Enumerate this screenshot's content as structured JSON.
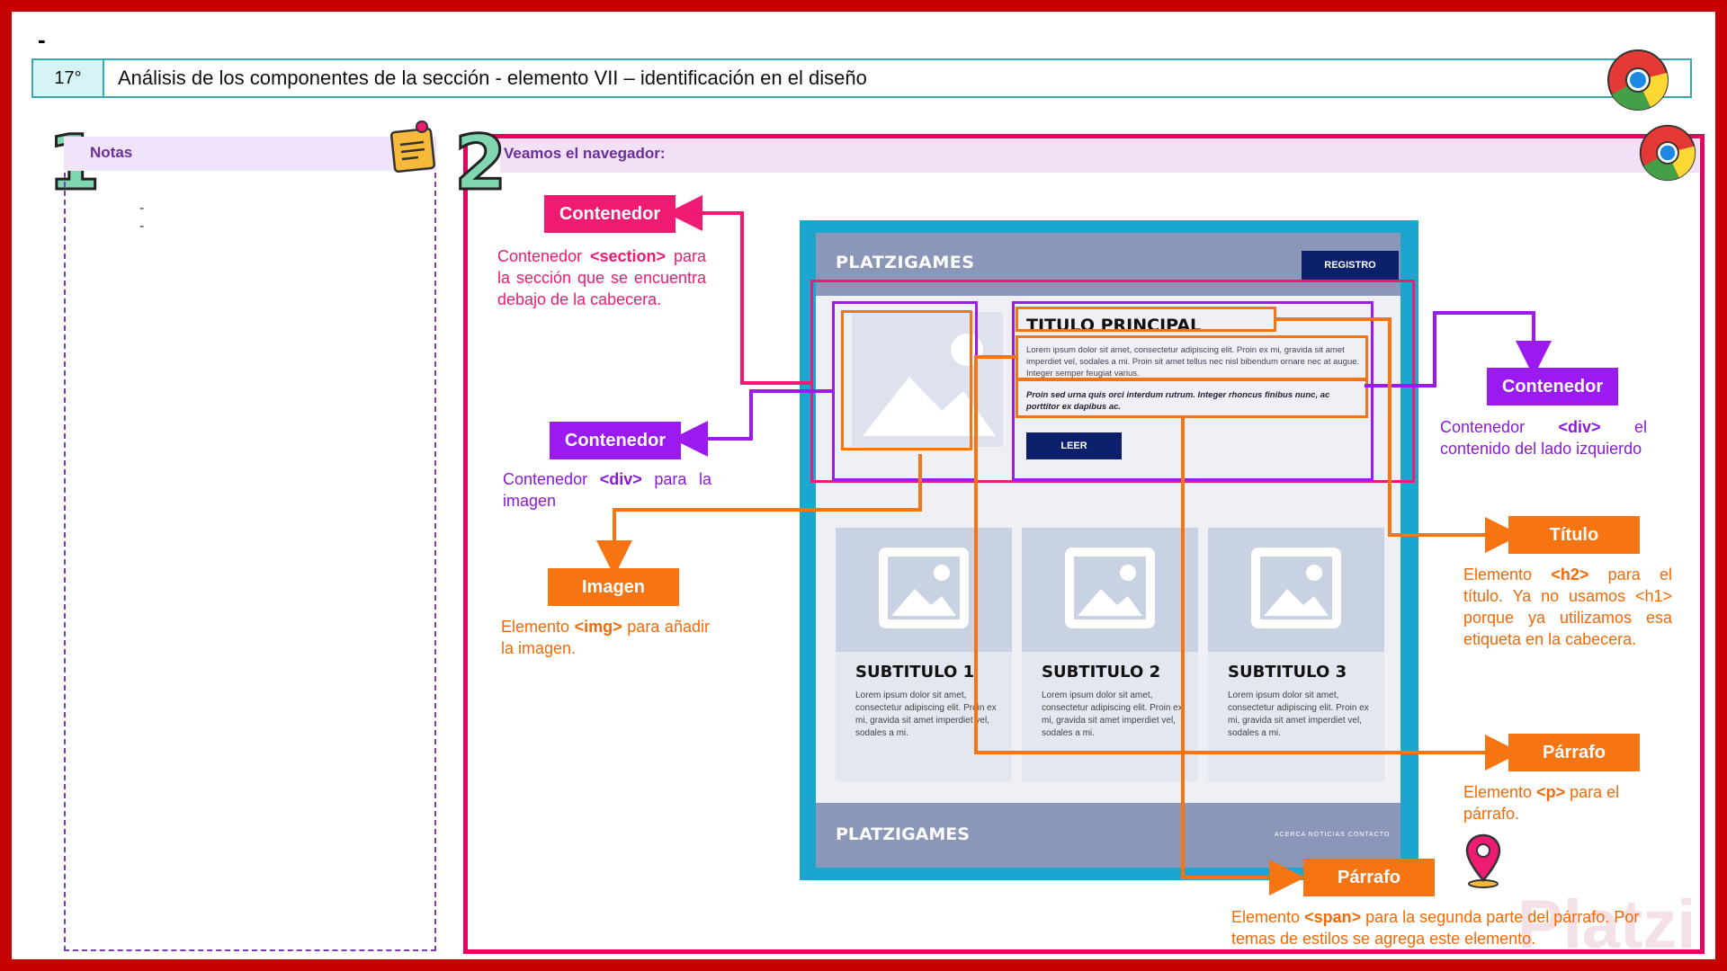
{
  "slide": {
    "top_dash": "-",
    "number": "17°",
    "title": "Análisis de los componentes de la sección   - elemento VII – identificación en el diseño"
  },
  "notes": {
    "step": "1",
    "label": "Notas",
    "items": [
      "-",
      "-"
    ]
  },
  "main": {
    "step": "2",
    "label": "Veamos el navegador:"
  },
  "annotations": {
    "section": {
      "tag": "Contenedor",
      "desc_a": "Contenedor",
      "desc_code": "<section>",
      "desc_b": "para la sección que se encuentra debajo de la cabecera."
    },
    "div_image": {
      "tag": "Contenedor",
      "desc_a": "Contenedor",
      "desc_code": "<div>",
      "desc_b": "para la imagen"
    },
    "img": {
      "tag": "Imagen",
      "desc_a": "Elemento",
      "desc_code": "<img>",
      "desc_b": "para añadir la imagen."
    },
    "div_content": {
      "tag": "Contenedor",
      "desc_a": "Contenedor",
      "desc_code": "<div>",
      "desc_b": "el contenido del lado izquierdo"
    },
    "title": {
      "tag": "Título",
      "desc_a": "Elemento",
      "desc_code": "<h2>",
      "desc_b": "para el título. Ya no usamos <h1> porque ya utilizamos esa etiqueta en la cabecera."
    },
    "paragraph": {
      "tag": "Párrafo",
      "desc_a": "Elemento",
      "desc_code": "<p>",
      "desc_b": "para el párrafo."
    },
    "span": {
      "tag": "Párrafo",
      "desc_a": "Elemento",
      "desc_code": "<span>",
      "desc_b": "para la segunda parte del párrafo. Por temas de estilos se agrega este elemento."
    }
  },
  "mockup": {
    "logo": "PLATZIGAMES",
    "register_button": "REGISTRO",
    "hero_title": "TITULO PRINCIPAL",
    "hero_paragraph": "Lorem ipsum dolor sit amet, consectetur adipiscing elit. Proin ex mi, gravida sit amet imperdiet vel, sodales a mi. Proin sit amet tellus nec nisl bibendum ornare nec at augue. Integer semper feugiat varius.",
    "hero_span": "Proin sed urna quis orci interdum rutrum. Integer rhoncus finibus nunc, ac porttitor ex dapibus ac.",
    "read_button": "LEER",
    "cards": [
      {
        "title": "SUBTITULO 1",
        "text": "Lorem ipsum dolor sit amet, consectetur adipiscing elit. Proin ex mi, gravida sit amet imperdiet vel, sodales a mi."
      },
      {
        "title": "SUBTITULO 2",
        "text": "Lorem ipsum dolor sit amet, consectetur adipiscing elit. Proin ex mi, gravida sit amet imperdiet vel, sodales a mi."
      },
      {
        "title": "SUBTITULO 3",
        "text": "Lorem ipsum dolor sit amet, consectetur adipiscing elit. Proin ex mi, gravida sit amet imperdiet vel, sodales a mi."
      }
    ],
    "footer_logo": "PLATZIGAMES",
    "footer_links": "ACERCA   NOTICIAS   CONTACTO"
  },
  "watermark": "Platzi",
  "icons": [
    "chrome-icon",
    "sticky-note-icon",
    "map-pin-icon"
  ],
  "colors": {
    "frame": "#c60000",
    "section_pink": "#ef1b73",
    "div_purple": "#9a1aef",
    "element_orange": "#f77412",
    "header_teal": "#3aa7b3"
  }
}
